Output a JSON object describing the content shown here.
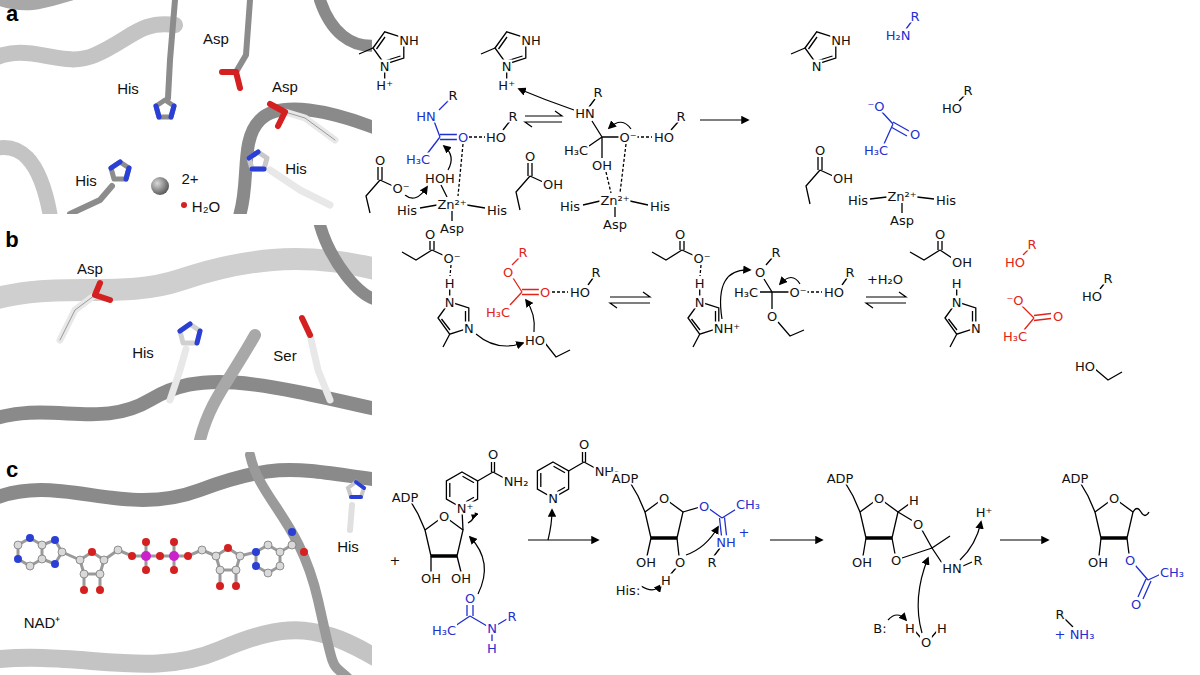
{
  "diagram": {
    "labels": [
      "a",
      "Asp",
      "His",
      "Asp",
      "His",
      "2+",
      "His",
      "H₂O",
      "NH",
      "N",
      "H⁺",
      "R",
      "HN",
      "O",
      "H₃C",
      "HO",
      "R",
      "HOH",
      "Zn²⁺",
      "His",
      "His",
      "Asp",
      "O",
      "O⁻",
      "NH",
      "N",
      "H⁺",
      "R",
      "HN",
      "O⁻",
      "H₃C",
      "OH",
      "HO",
      "R",
      "Zn²⁺",
      "His",
      "His",
      "Asp",
      "O",
      "OH",
      "NH",
      "N",
      "R",
      "H₂N",
      "⁻O",
      "O",
      "H₃C",
      "HO",
      "R",
      "O",
      "OH",
      "Zn²⁺",
      "His",
      "His",
      "Asp",
      "b",
      "Asp",
      "His",
      "Ser",
      "O",
      "O⁻",
      "H",
      "N",
      "N",
      "R",
      "O",
      "O",
      "H₃C",
      "HO",
      "R",
      "HO",
      "O",
      "O⁻",
      "H",
      "N",
      "NH⁺",
      "R",
      "O",
      "O⁻",
      "H₃C",
      "O",
      "HO",
      "R",
      "+H₂O",
      "O",
      "OH",
      "H",
      "N",
      "N",
      "HO",
      "R",
      "⁻O",
      "O",
      "H₃C",
      "HO",
      "R",
      "HO",
      "c",
      "His",
      "NAD⁺",
      "ADP",
      "O",
      "N⁺",
      "O",
      "NH₂",
      "OH",
      "OH",
      "+",
      "O",
      "H₃C",
      "N",
      "H",
      "R",
      "O",
      "NH₂",
      "N",
      "ADP",
      "O",
      "O",
      "CH₃",
      "NH",
      "+",
      "R",
      "OH",
      "O",
      "H",
      "His:",
      "ADP",
      "O",
      "H",
      "O",
      "O",
      "HN",
      "R",
      "OH",
      "H⁺",
      "B:",
      "H",
      "O",
      "H",
      "ADP",
      "O",
      "OH",
      "O",
      "O",
      "CH₃",
      "R",
      "+",
      "NH₃"
    ]
  }
}
